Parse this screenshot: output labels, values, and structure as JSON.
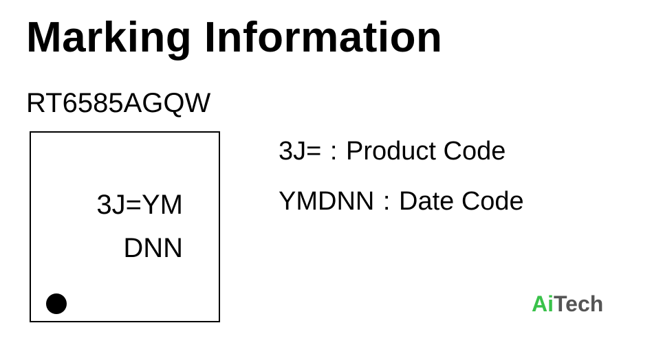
{
  "title": "Marking Information",
  "part_number": "RT6585AGQW",
  "chip_marking": {
    "line1": "3J=YM",
    "line2": "DNN"
  },
  "legend": [
    {
      "code": "3J=",
      "separator": ":",
      "meaning": "Product Code"
    },
    {
      "code": "YMDNN",
      "separator": ":",
      "meaning": "Date Code"
    }
  ],
  "watermark": {
    "part1": "Ai",
    "part2": "Tech",
    "color_part1": "#39c24a",
    "color_part2": "#555555"
  }
}
